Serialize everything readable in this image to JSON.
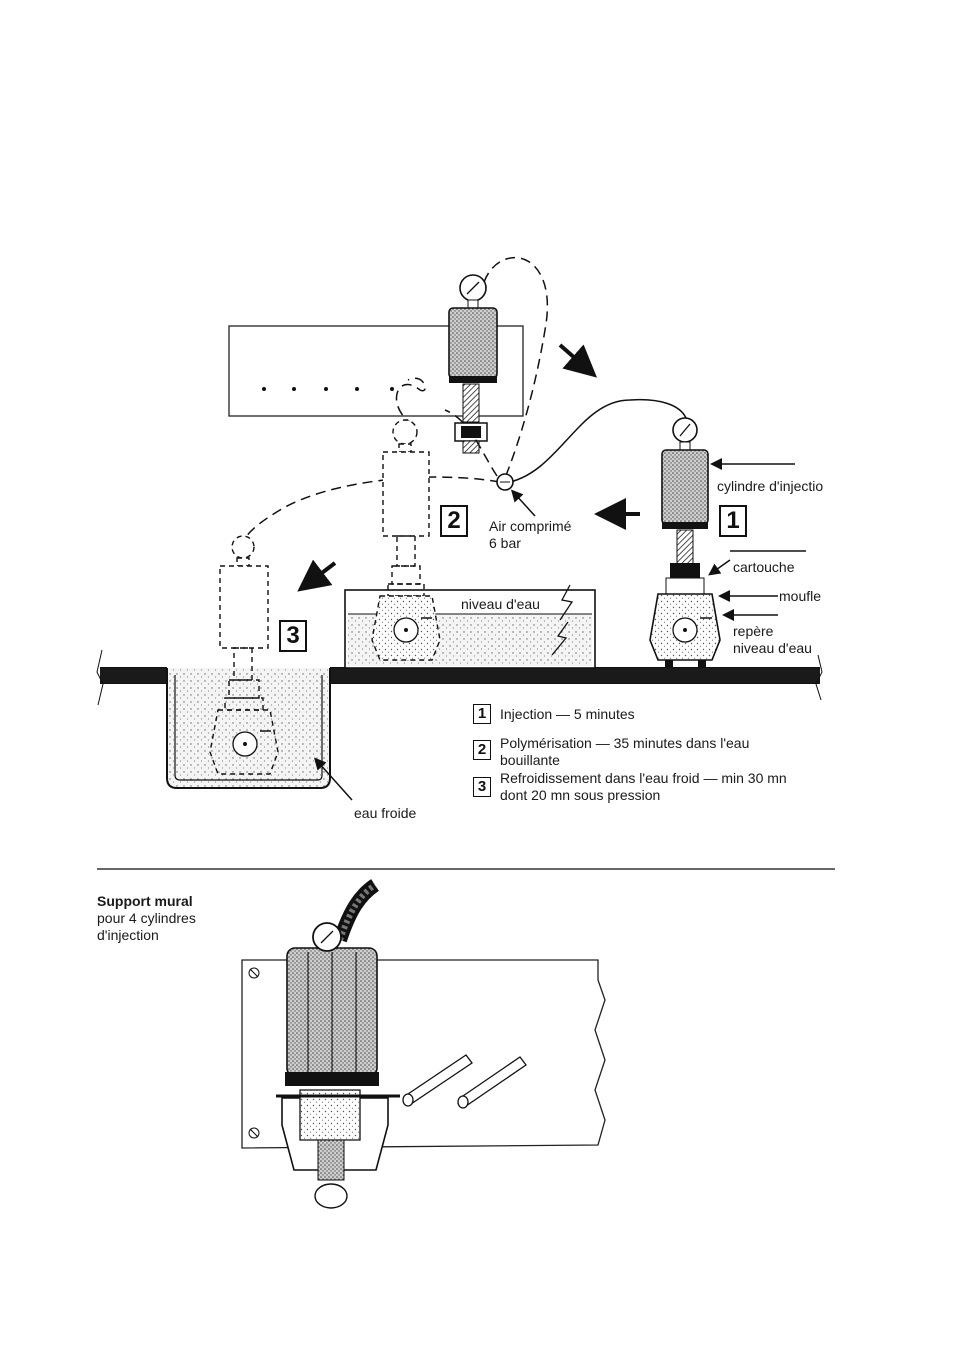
{
  "labels": {
    "cylinder": "cylindre d'injectio",
    "cartouche": "cartouche",
    "moufle": "moufle",
    "repere_line1": "repère",
    "repere_line2": "niveau d'eau",
    "air_line1": "Air comprimé",
    "air_line2": "6 bar",
    "niveau": "niveau d'eau",
    "eau_froide": "eau froide"
  },
  "stages": [
    {
      "num": "1"
    },
    {
      "num": "2"
    },
    {
      "num": "3"
    }
  ],
  "legend": [
    {
      "num": "1",
      "line1": "Injection  —  5 minutes",
      "line2": ""
    },
    {
      "num": "2",
      "line1": "Polymérisation — 35 minutes dans l'eau",
      "line2": "bouillante"
    },
    {
      "num": "3",
      "line1": "Refroidissement dans l'eau froid — min 30 mn",
      "line2": "dont 20 mn sous pression"
    }
  ],
  "support": {
    "title_bold": "Support mural",
    "line2": "pour 4 cylindres",
    "line3": "d'injection"
  },
  "icons": [
    "pressure-gauge-icon",
    "arrow-icon"
  ]
}
